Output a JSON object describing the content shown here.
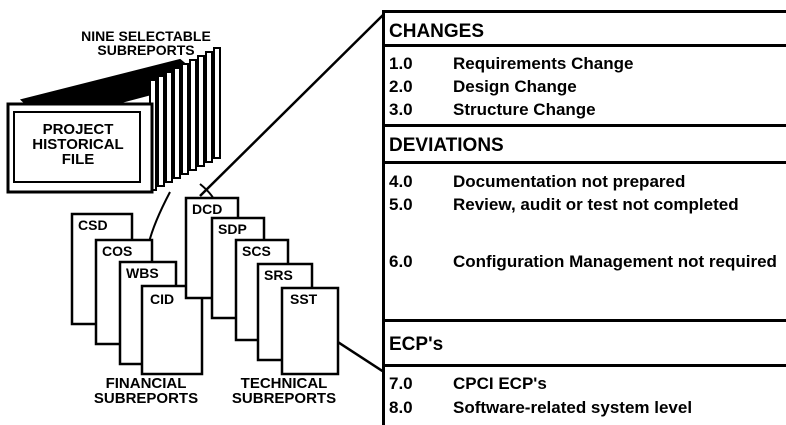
{
  "top_label": [
    "NINE SELECTABLE",
    "SUBREPORTS"
  ],
  "project_file_label": [
    "PROJECT",
    "HISTORICAL",
    "FILE"
  ],
  "financial_docs": [
    "CSD",
    "COS",
    "WBS",
    "CID"
  ],
  "technical_docs": [
    "DCD",
    "SDP",
    "SCS",
    "SRS",
    "SST"
  ],
  "financial_caption": [
    "FINANCIAL",
    "SUBREPORTS"
  ],
  "technical_caption": [
    "TECHNICAL",
    "SUBREPORTS"
  ],
  "sections": {
    "changes": {
      "title": "CHANGES",
      "items": [
        {
          "num": "1.0",
          "text": "Requirements Change"
        },
        {
          "num": "2.0",
          "text": "Design Change"
        },
        {
          "num": "3.0",
          "text": "Structure Change"
        }
      ]
    },
    "deviations": {
      "title": "DEVIATIONS",
      "items": [
        {
          "num": "4.0",
          "text": "Documentation not prepared"
        },
        {
          "num": "5.0",
          "text": "Review, audit or test not completed"
        },
        {
          "num": "6.0",
          "text": "Configuration Management not required"
        }
      ]
    },
    "ecps": {
      "title": "ECP's",
      "items": [
        {
          "num": "7.0",
          "text": "CPCI ECP's"
        },
        {
          "num": "8.0",
          "text": "Software-related system level"
        }
      ]
    }
  }
}
